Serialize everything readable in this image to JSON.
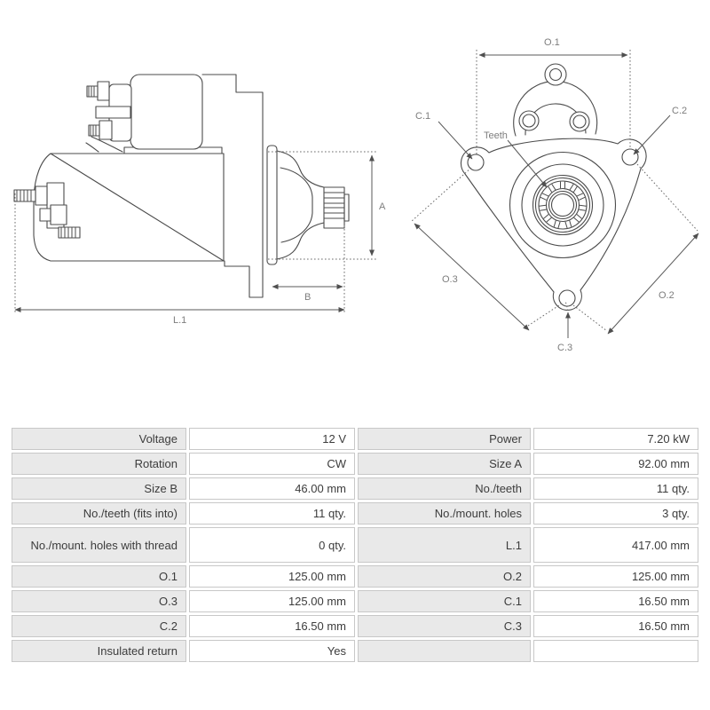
{
  "diagrams": {
    "side": {
      "a": "A",
      "b": "B",
      "l1": "L.1"
    },
    "front": {
      "o1": "O.1",
      "o2": "O.2",
      "o3": "O.3",
      "c1": "C.1",
      "c2": "C.2",
      "c3": "C.3",
      "teeth": "Teeth"
    }
  },
  "table": {
    "rows": [
      {
        "l1": "Voltage",
        "v1": "12 V",
        "l2": "Power",
        "v2": "7.20 kW"
      },
      {
        "l1": "Rotation",
        "v1": "CW",
        "l2": "Size A",
        "v2": "92.00 mm"
      },
      {
        "l1": "Size B",
        "v1": "46.00 mm",
        "l2": "No./teeth",
        "v2": "11 qty."
      },
      {
        "l1": "No./teeth (fits into)",
        "v1": "11 qty.",
        "l2": "No./mount. holes",
        "v2": "3 qty."
      },
      {
        "l1": "No./mount. holes with thread",
        "v1": "0 qty.",
        "l2": "L.1",
        "v2": "417.00 mm"
      },
      {
        "l1": "O.1",
        "v1": "125.00 mm",
        "l2": "O.2",
        "v2": "125.00 mm"
      },
      {
        "l1": "O.3",
        "v1": "125.00 mm",
        "l2": "C.1",
        "v2": "16.50 mm"
      },
      {
        "l1": "C.2",
        "v1": "16.50 mm",
        "l2": "C.3",
        "v2": "16.50 mm"
      },
      {
        "l1": "Insulated return",
        "v1": "Yes",
        "l2": "",
        "v2": ""
      }
    ]
  },
  "colors": {
    "background": "#ffffff",
    "drawing_line": "#4b4b4b",
    "dimension_line": "#5a5a5a",
    "diagram_label": "#7d7d7d",
    "table_label_bg": "#e9e9e9",
    "table_value_bg": "#ffffff",
    "table_border": "#c8c8c8",
    "table_text": "#3c3c3c"
  }
}
